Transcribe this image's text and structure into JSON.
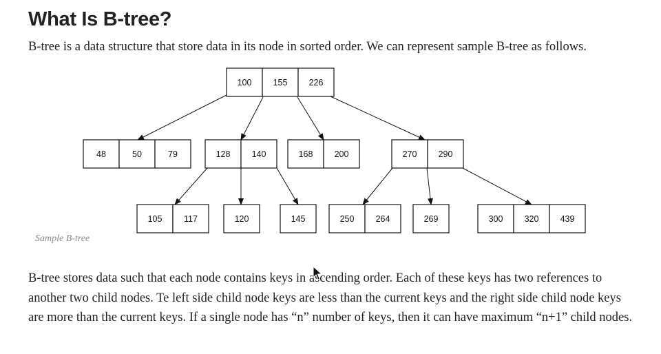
{
  "heading": "What Is B-tree?",
  "intro": "B-tree is a data structure that store data in its node in sorted order. We can represent sample B-tree as follows.",
  "caption": "Sample B-tree",
  "paragraph": "B-tree stores data such that each node contains keys in ascending order. Each of these keys has two references to another two child nodes. Te left side child node keys are less than the current keys and the right side child node keys are more than the current keys. If a single node has “n” number of keys, then it can have maximum “n+1” child nodes.",
  "tree": {
    "root": [
      "100",
      "155",
      "226"
    ],
    "level1": [
      [
        "48",
        "50",
        "79"
      ],
      [
        "128",
        "140"
      ],
      [
        "168",
        "200"
      ],
      [
        "270",
        "290"
      ]
    ],
    "level2": [
      [
        "105",
        "117"
      ],
      [
        "120"
      ],
      [
        "145"
      ],
      [
        "250",
        "264"
      ],
      [
        "269"
      ],
      [
        "300",
        "320",
        "439"
      ]
    ]
  }
}
